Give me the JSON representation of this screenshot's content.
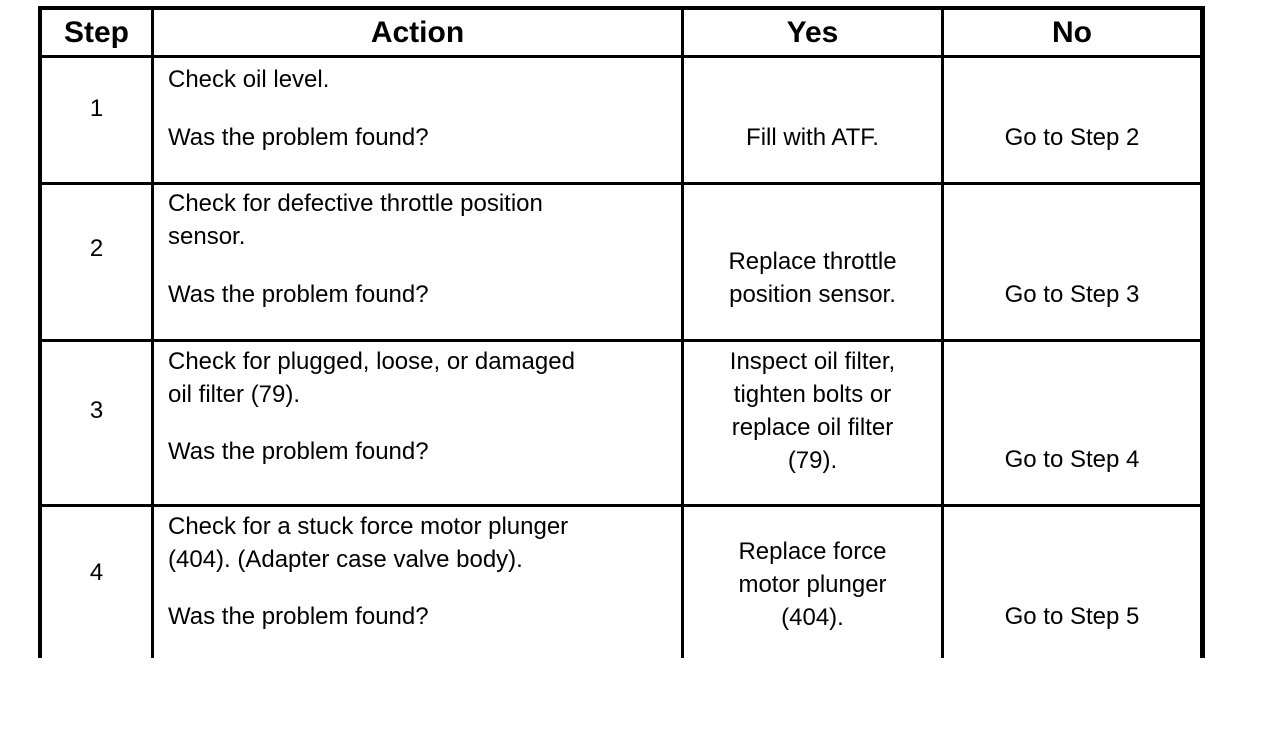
{
  "table": {
    "headers": {
      "step": "Step",
      "action": "Action",
      "yes": "Yes",
      "no": "No"
    },
    "rows": [
      {
        "step": "1",
        "action": "Check oil level.",
        "question": "Was the problem found?",
        "yes": "Fill with ATF.",
        "no": "Go to Step 2"
      },
      {
        "step": "2",
        "action": "Check for defective throttle position\nsensor.",
        "question": "Was the problem found?",
        "yes": "Replace throttle\nposition sensor.",
        "no": "Go to Step 3"
      },
      {
        "step": "3",
        "action": "Check for plugged, loose, or damaged\noil filter (79).",
        "question": "Was the problem found?",
        "yes": "Inspect oil filter,\ntighten bolts or\nreplace oil filter\n(79).",
        "no": "Go to Step 4"
      },
      {
        "step": "4",
        "action": "Check for a stuck force motor plunger\n(404). (Adapter case valve body).",
        "question": "Was the problem found?",
        "yes": "Replace force\nmotor plunger\n(404).",
        "no": "Go to Step 5"
      }
    ]
  }
}
